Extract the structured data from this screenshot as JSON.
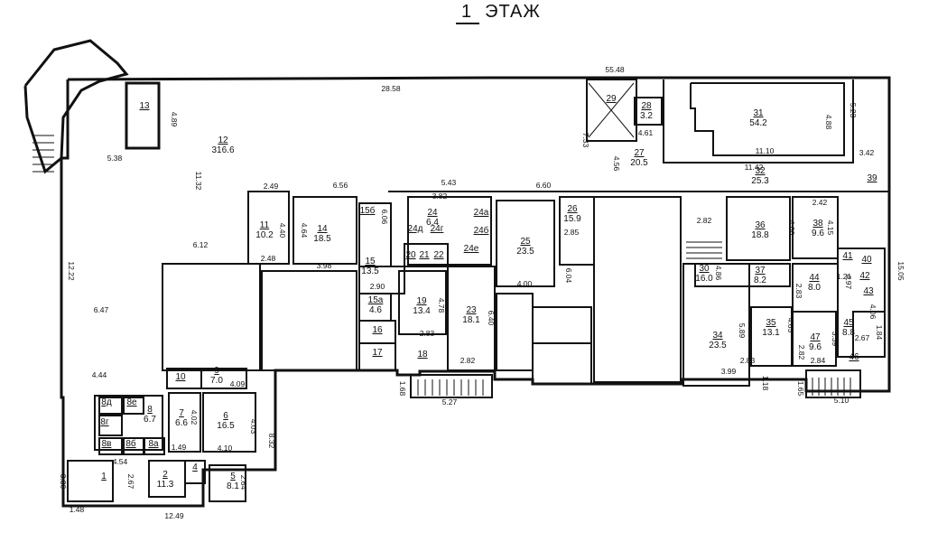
{
  "title": {
    "number": "1",
    "label": "ЭТАЖ"
  },
  "rooms": [
    {
      "id": "r13",
      "num": "13",
      "area": ""
    },
    {
      "id": "r12",
      "num": "12",
      "area": "316.6"
    },
    {
      "id": "r29",
      "num": "29",
      "area": ""
    },
    {
      "id": "r28",
      "num": "28",
      "area": "3.2"
    },
    {
      "id": "r27",
      "num": "27",
      "area": "20.5"
    },
    {
      "id": "r31",
      "num": "31",
      "area": "54.2"
    },
    {
      "id": "r32",
      "num": "32",
      "area": "25.3"
    },
    {
      "id": "r39",
      "num": "39",
      "area": ""
    },
    {
      "id": "r11",
      "num": "11",
      "area": "10.2"
    },
    {
      "id": "r14",
      "num": "14",
      "area": "18.5"
    },
    {
      "id": "r15b",
      "num": "15б",
      "area": ""
    },
    {
      "id": "r24",
      "num": "24",
      "area": "6.4"
    },
    {
      "id": "r24a",
      "num": "24а",
      "area": ""
    },
    {
      "id": "r24d",
      "num": "24д",
      "area": ""
    },
    {
      "id": "r24g",
      "num": "24г",
      "area": ""
    },
    {
      "id": "r24b",
      "num": "24б",
      "area": ""
    },
    {
      "id": "r24e",
      "num": "24е",
      "area": ""
    },
    {
      "id": "r20",
      "num": "20",
      "area": ""
    },
    {
      "id": "r21",
      "num": "21",
      "area": ""
    },
    {
      "id": "r22",
      "num": "22",
      "area": ""
    },
    {
      "id": "r25",
      "num": "25",
      "area": "23.5"
    },
    {
      "id": "r26",
      "num": "26",
      "area": "15.9"
    },
    {
      "id": "r36",
      "num": "36",
      "area": "18.8"
    },
    {
      "id": "r38",
      "num": "38",
      "area": "9.6"
    },
    {
      "id": "r15",
      "num": "15",
      "area": "13.5"
    },
    {
      "id": "r15a",
      "num": "15а",
      "area": "4.6"
    },
    {
      "id": "r19",
      "num": "19",
      "area": "13.4"
    },
    {
      "id": "r16",
      "num": "16",
      "area": ""
    },
    {
      "id": "r17",
      "num": "17",
      "area": ""
    },
    {
      "id": "r18",
      "num": "18",
      "area": ""
    },
    {
      "id": "r23",
      "num": "23",
      "area": "18.1"
    },
    {
      "id": "r30",
      "num": "30",
      "area": "16.0"
    },
    {
      "id": "r37",
      "num": "37",
      "area": "8.2"
    },
    {
      "id": "r44",
      "num": "44",
      "area": "8.0"
    },
    {
      "id": "r41",
      "num": "41",
      "area": ""
    },
    {
      "id": "r40",
      "num": "40",
      "area": ""
    },
    {
      "id": "r42",
      "num": "42",
      "area": ""
    },
    {
      "id": "r43",
      "num": "43",
      "area": ""
    },
    {
      "id": "r34",
      "num": "34",
      "area": "23.5"
    },
    {
      "id": "r35",
      "num": "35",
      "area": "13.1"
    },
    {
      "id": "r47",
      "num": "47",
      "area": "9.6"
    },
    {
      "id": "r45",
      "num": "45",
      "area": "8.8"
    },
    {
      "id": "r46",
      "num": "46",
      "area": ""
    },
    {
      "id": "r10",
      "num": "10",
      "area": ""
    },
    {
      "id": "r9",
      "num": "9",
      "area": "7.0"
    },
    {
      "id": "r8d",
      "num": "8д",
      "area": ""
    },
    {
      "id": "r8e",
      "num": "8е",
      "area": ""
    },
    {
      "id": "r8",
      "num": "8",
      "area": "6.7"
    },
    {
      "id": "r8g",
      "num": "8г",
      "area": ""
    },
    {
      "id": "r8v",
      "num": "8в",
      "area": ""
    },
    {
      "id": "r8b",
      "num": "8б",
      "area": ""
    },
    {
      "id": "r8a",
      "num": "8а",
      "area": ""
    },
    {
      "id": "r7",
      "num": "7",
      "area": "6.6"
    },
    {
      "id": "r6",
      "num": "6",
      "area": "16.5"
    },
    {
      "id": "r1",
      "num": "1",
      "area": ""
    },
    {
      "id": "r2",
      "num": "2",
      "area": "11.3"
    },
    {
      "id": "r4",
      "num": "4",
      "area": ""
    },
    {
      "id": "r5",
      "num": "5",
      "area": "8.1"
    }
  ],
  "dimensions": [
    "28.58",
    "55.48",
    "4.89",
    "5.38",
    "11.32",
    "2.49",
    "6.56",
    "5.43",
    "6.60",
    "4.61",
    "7.33",
    "4.56",
    "4.88",
    "5.23",
    "11.10",
    "11.42",
    "3.42",
    "2.42",
    "4.00",
    "4.15",
    "4.40",
    "4.64",
    "6.06",
    "3.82",
    "2.85",
    "2.82",
    "6.12",
    "2.48",
    "3.98",
    "2.90",
    "4.78",
    "4.00",
    "6.04",
    "6.40",
    "2.83",
    "2.82",
    "12.22",
    "6.47",
    "4.44",
    "4.09",
    "1.68",
    "5.27",
    "4.86",
    "5.89",
    "3.99",
    "2.83",
    "4.63",
    "1.18",
    "2.83",
    "2.82",
    "4.97",
    "3.39",
    "2.84",
    "1.65",
    "5.10",
    "15.05",
    "1.21",
    "1.84",
    "4.06",
    "2.67",
    "4.02",
    "1.49",
    "4.10",
    "4.03",
    "8.32",
    "3.30",
    "4.54",
    "2.67",
    "2.64",
    "1.48",
    "12.49"
  ]
}
